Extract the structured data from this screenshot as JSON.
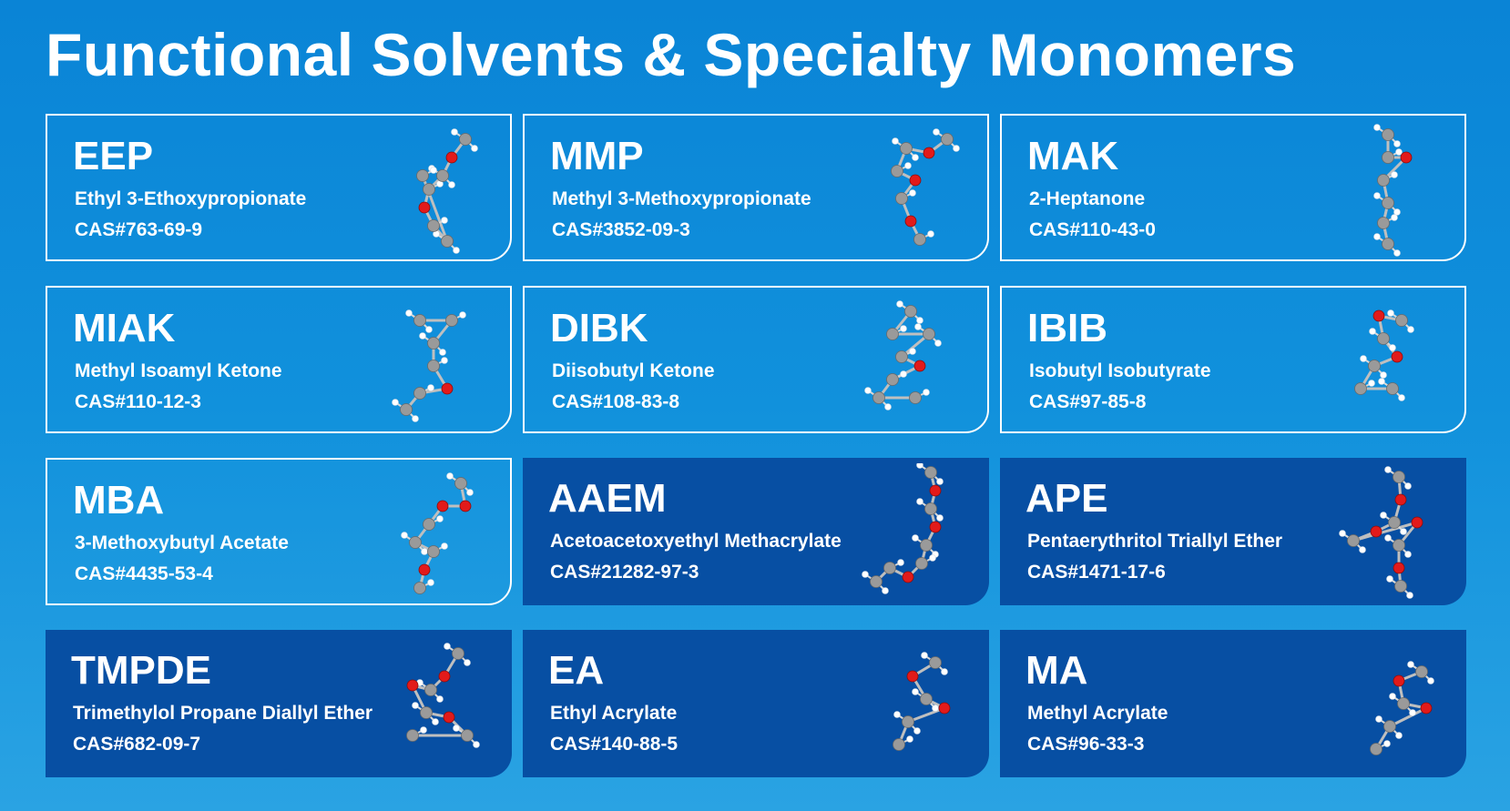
{
  "title": "Functional Solvents & Specialty Monomers",
  "colors": {
    "background": "#0a84d6",
    "card_filled": "#074fa3",
    "carbon": "#9a9a9a",
    "oxygen": "#e21a1a",
    "hydrogen": "#ffffff"
  },
  "cards": [
    {
      "abbr": "EEP",
      "name": "Ethyl 3-Ethoxypropionate",
      "cas": "CAS#763-69-9",
      "style": "outline",
      "icon": "molecule-model"
    },
    {
      "abbr": "MMP",
      "name": "Methyl 3-Methoxypropionate",
      "cas": "CAS#3852-09-3",
      "style": "outline",
      "icon": "molecule-model"
    },
    {
      "abbr": "MAK",
      "name": "2-Heptanone",
      "cas": "CAS#110-43-0",
      "style": "outline",
      "icon": "molecule-model"
    },
    {
      "abbr": "MIAK",
      "name": "Methyl Isoamyl Ketone",
      "cas": "CAS#110-12-3",
      "style": "outline",
      "icon": "molecule-model"
    },
    {
      "abbr": "DIBK",
      "name": "Diisobutyl Ketone",
      "cas": "CAS#108-83-8",
      "style": "outline",
      "icon": "molecule-model"
    },
    {
      "abbr": "IBIB",
      "name": "Isobutyl Isobutyrate",
      "cas": "CAS#97-85-8",
      "style": "outline",
      "icon": "molecule-model"
    },
    {
      "abbr": "MBA",
      "name": "3-Methoxybutyl Acetate",
      "cas": "CAS#4435-53-4",
      "style": "outline",
      "icon": "molecule-model"
    },
    {
      "abbr": "AAEM",
      "name": "Acetoacetoxyethyl Methacrylate",
      "cas": "CAS#21282-97-3",
      "style": "filled",
      "icon": "molecule-model"
    },
    {
      "abbr": "APE",
      "name": "Pentaerythritol Triallyl Ether",
      "cas": "CAS#1471-17-6",
      "style": "filled",
      "icon": "molecule-model"
    },
    {
      "abbr": "TMPDE",
      "name": "Trimethylol Propane Diallyl Ether",
      "cas": "CAS#682-09-7",
      "style": "filled",
      "icon": "molecule-model"
    },
    {
      "abbr": "EA",
      "name": "Ethyl Acrylate",
      "cas": "CAS#140-88-5",
      "style": "filled",
      "icon": "molecule-model"
    },
    {
      "abbr": "MA",
      "name": "Methyl Acrylate",
      "cas": "CAS#96-33-3",
      "style": "filled",
      "icon": "molecule-model"
    }
  ]
}
